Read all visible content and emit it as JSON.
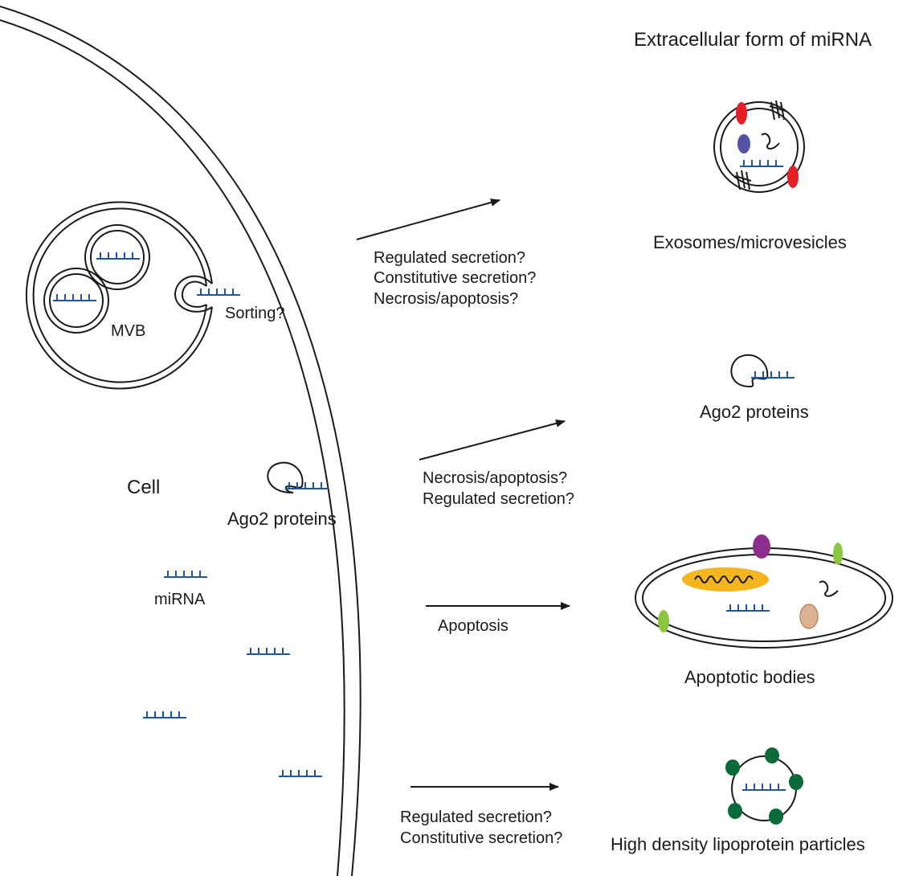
{
  "title": "Extracellular form of miRNA",
  "cell": {
    "label": "Cell",
    "mvb_label": "MVB",
    "sorting_label": "Sorting?",
    "ago2_label": "Ago2 proteins",
    "mirna_label": "miRNA"
  },
  "pathways": [
    {
      "name": "exosomes",
      "lines": [
        "Regulated secretion?",
        "Constitutive secretion?",
        "Necrosis/apoptosis?"
      ],
      "target": "Exosomes/microvesicles"
    },
    {
      "name": "ago2",
      "lines": [
        "Necrosis/apoptosis?",
        "Regulated secretion?"
      ],
      "target": "Ago2 proteins"
    },
    {
      "name": "apoptotic",
      "lines": [
        "Apoptosis"
      ],
      "target": "Apoptotic bodies"
    },
    {
      "name": "hdl",
      "lines": [
        "Regulated secretion?",
        "Constitutive secretion?"
      ],
      "target": "High density lipoprotein particles"
    }
  ],
  "colors": {
    "mirna": "#1c55a6",
    "outline": "#1a1a1a",
    "exosome_marker_red": "#e41f26",
    "exosome_marker_purple": "#5553a6",
    "apoptotic_purple": "#8f2d8c",
    "apoptotic_green": "#8cc63f",
    "nucleus_yellow": "#f5b51d",
    "apoptotic_tan": "#ddb293",
    "hdl_green": "#0b6b38"
  }
}
